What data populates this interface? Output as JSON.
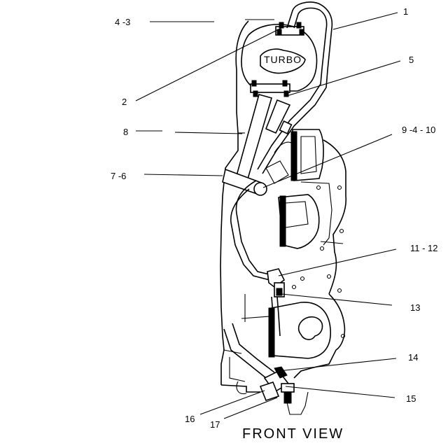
{
  "diagram": {
    "caption": "FRONT VIEW",
    "turbo_label": "TURBO",
    "callouts": {
      "c1": "1",
      "c2": "2",
      "c4_3": "4 -3",
      "c5": "5",
      "c8": "8",
      "c9_4_10": "9 -4 - 10",
      "c7_6": "7 -6",
      "c11_12": "11  - 12",
      "c13": "13",
      "c14": "14",
      "c15": "15",
      "c16": "16",
      "c17": "17"
    }
  }
}
